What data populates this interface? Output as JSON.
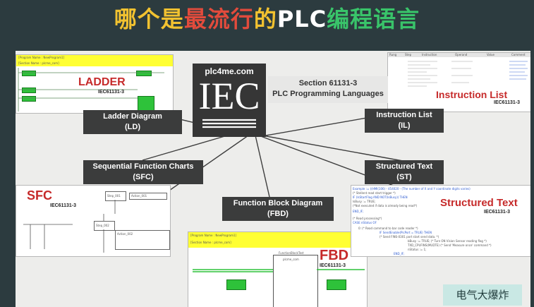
{
  "title": {
    "part1": "哪个是",
    "part2": "最流行",
    "part3": "的",
    "part4": "PLC",
    "part5": "编程语言"
  },
  "iec": {
    "site": "plc4me.com",
    "logo_letters": "IEC",
    "section_line1": "Section 61131-3",
    "section_line2": "PLC Programming Languages"
  },
  "languages": {
    "ld": {
      "name": "Ladder Diagram",
      "abbr": "(LD)"
    },
    "il": {
      "name": "Instruction List",
      "abbr": "(IL)"
    },
    "sfc": {
      "name": "Sequential Function Charts",
      "abbr": "(SFC)"
    },
    "st": {
      "name": "Structured Text",
      "abbr": "(ST)"
    },
    "fbd": {
      "name": "Function Block Diagram",
      "abbr": "(FBD)"
    }
  },
  "screens": {
    "ladder": {
      "label": "LADDER",
      "std": "IEC61131-3",
      "header1": "[Program Name : NewProgram1]",
      "header2": "[Section Name : plcme_com]"
    },
    "il": {
      "label": "Instruction List",
      "std": "IEC61131-3",
      "cols": [
        "Rung",
        "Step",
        "Instruction",
        "Operand",
        "Value",
        "Comment"
      ]
    },
    "sfc": {
      "label": "SFC",
      "std": "IEC61131-3",
      "step1": "Step_001",
      "step2": "Step_002",
      "action1": "Action_001",
      "action2": "Action_002"
    },
    "st": {
      "label": "Structured Text",
      "std": "IEC61131-3",
      "lines": [
        "Example := ((HMI(106) - 454020 - (The number of X and Y coordinate digits varies)",
        "(* Stellent read start trigger *)",
        "IF (IsStartFlag AND NOT(IsBusy)) THEN",
        "  IsBusy := TRUE;",
        "  (*Not executed if data is already being read*)",
        "END_IF;",
        "(* Read processing*)",
        "CASE nStatus OF",
        "  0: (* Read command to bar code reader *)",
        "    IF SendEnable(PicPort = TRUE) THEN",
        "    (* Send FINS-0301 port start send data. *)",
        "    bBusy := TRUE; (* Turn ON Vision Sensor reading flag *)",
        "    TXD_CPUFINS(MUDTE) (* Send 'Measure once' command *)",
        "    nStatus := 1;",
        "  END_IF;"
      ]
    },
    "fbd": {
      "label": "FBD",
      "std": "IEC61131-3",
      "header1": "[Program Name : NewProgram1]",
      "header2": "[Section Name : plcme_com]",
      "block_title": "FunctionBlockTest",
      "block_name": "plcme_com"
    }
  },
  "watermark": "电气大爆炸"
}
